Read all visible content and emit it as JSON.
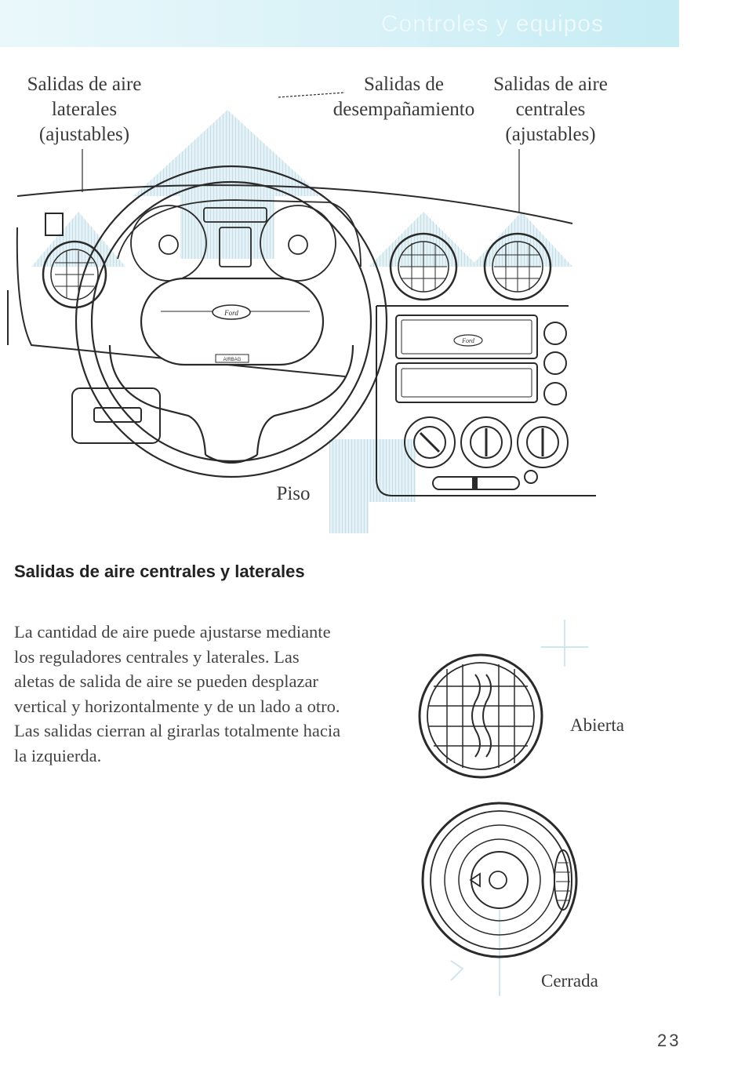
{
  "header": {
    "title": "Controles y equipos"
  },
  "diagram": {
    "labels": {
      "side_vents": "Salidas de aire\nlaterales\n(ajustables)",
      "defrost_vents": "Salidas de\ndesempañamiento",
      "center_vents": "Salidas de aire\ncentrales\n(ajustables)",
      "floor": "Piso"
    },
    "steering_badge": "Ford",
    "airbag_text": "AIRBAG",
    "radio_badge": "Ford"
  },
  "section": {
    "heading": "Salidas de aire centrales y laterales",
    "body": "La cantidad de aire puede ajustarse mediante los reguladores centrales y laterales. Las aletas de salida de aire se pueden desplazar vertical y horizontalmente y de un lado a otro. Las salidas cierran al girarlas totalmente hacia la izquierda."
  },
  "vents": {
    "open_label": "Abierta",
    "closed_label": "Cerrada"
  },
  "page": {
    "number": "23"
  },
  "colors": {
    "accent": "#c6ecf4",
    "arrow": "#d8eef5",
    "ink": "#2a2a2a"
  }
}
